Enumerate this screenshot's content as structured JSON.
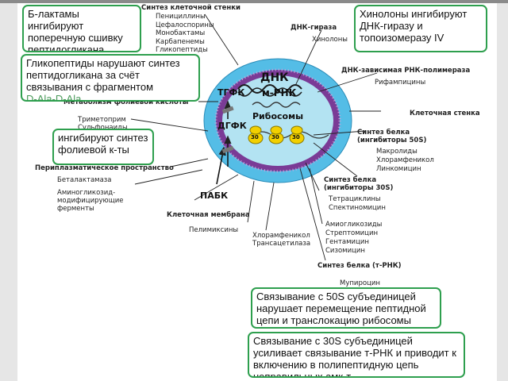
{
  "cell": {
    "dna": "ДНК",
    "mrna": "м-РНК",
    "ribosomes": "Рибосомы",
    "ribo_unit": "30",
    "thfa": "ТГФК",
    "dhfa": "ДГФК",
    "paba": "ПАБК"
  },
  "labels": {
    "cell_wall_synthesis": "Синтез клеточной стенки",
    "cell_wall_drugs": [
      "Пенициллины",
      "Цефалоспорины",
      "Монобактамы",
      "Карбапенемы",
      "Гликопептиды"
    ],
    "dna_gyrase": "ДНК-гираза",
    "quinolones": "Хинолоны",
    "rna_polymerase": "ДНК-зависимая РНК-полимераза",
    "rifampicins": "Рифампицины",
    "cell_wall": "Клеточная стенка",
    "folate_metabolism": "Метаболизм фолиевой кислоты",
    "folate_drugs": [
      "Триметоприм",
      "Сульфонаиды"
    ],
    "protein_50s_title": [
      "Синтез белка",
      "(ингибиторы 50S)"
    ],
    "protein_50s_drugs": [
      "Макролиды",
      "Хлорамфеникол",
      "Линкомицин"
    ],
    "periplasmic": "Периплазматическое пространство",
    "periplasmic_drugs": [
      "Беталактамаза",
      "Аминогликозид-",
      "модифицирующие",
      "ферменты"
    ],
    "protein_30s_title": [
      "Синтез белка",
      "(ингибиторы 30S)"
    ],
    "protein_30s_drugs_a": [
      "Тетрациклины",
      "Спектиномицин"
    ],
    "protein_30s_drugs_b": [
      "Амиогликозиды",
      "Стрептомицин",
      "Гентамицин",
      "Сизомицин"
    ],
    "cell_membrane": "Клеточная мембрана",
    "polymyxins": "Пелимиксины",
    "chloramphenicol_acetyl": [
      "Хлорамфеникол",
      "Трансацетилаза"
    ],
    "protein_trna": "Синтез белка (т-РНК)",
    "mupirocin": "Мупироцин"
  },
  "notes": {
    "beta_lactams": "Б-лактамы ингибируют поперечную сшивку пептидогликана",
    "glycopeptides_main": "Гликопептиды нарушают синтез пептидогликана за счёт связывания с фрагментом",
    "glycopeptides_sub": "D-Ala-D-Ala",
    "quinolones": "Хинолоны ингибируют ДНК-гиразу и топоизомеразу IV",
    "folate": "ингибируют синтез фолиевой к-ты",
    "s50": "Связывание с 50S субъединицей нарушает перемещение пептидной цепи и транслокацию рибосомы",
    "s30": "Связывание с 30S субъединицей усиливает связывание т-РНК и приводит к включению в полипептидную цепь неправильных амк-т"
  },
  "colors": {
    "outer_wall": "#54bde6",
    "membrane": "#7a3b96",
    "cytoplasm": "#b3e3f2",
    "note_border": "#2e9f4e",
    "ribosome": "#f2d000"
  }
}
